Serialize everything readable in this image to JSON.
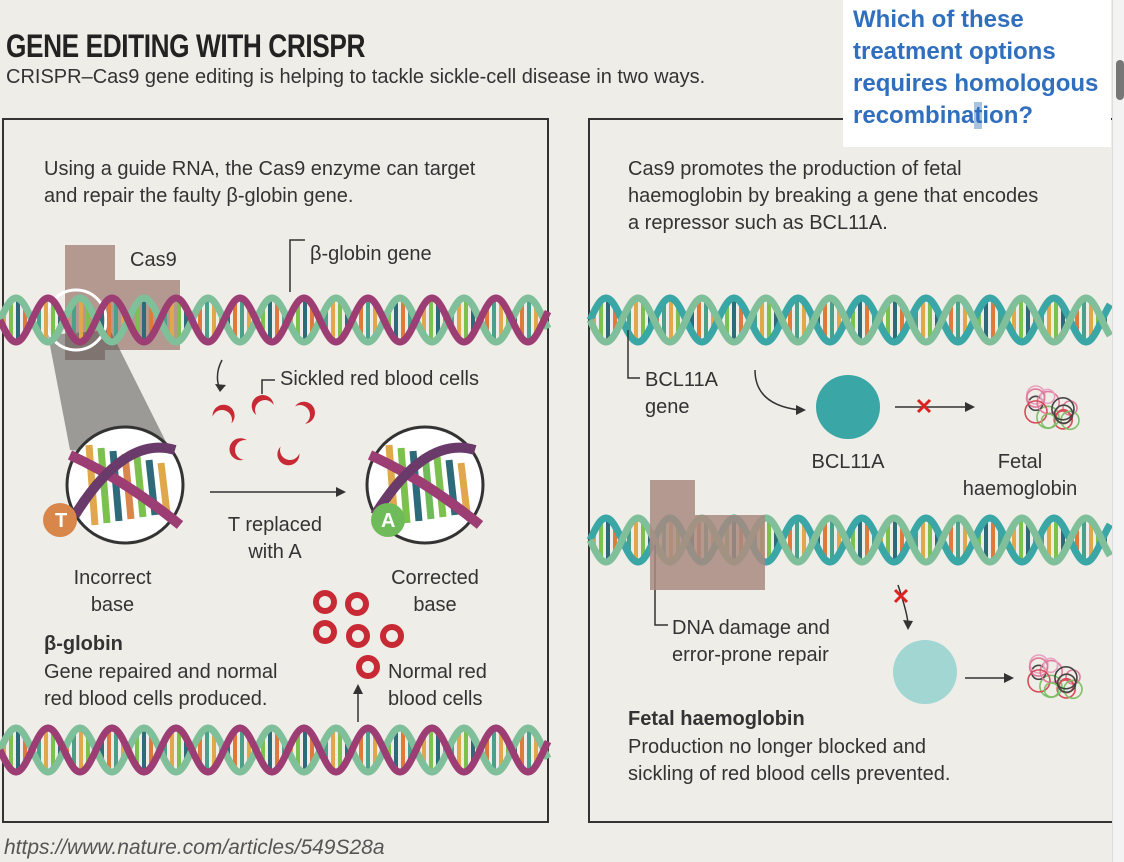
{
  "header": {
    "title": "GENE EDITING WITH CRISPR",
    "subtitle": "CRISPR–Cas9 gene editing is helping to tackle sickle-cell disease in two ways."
  },
  "question": {
    "line1": "Which of these",
    "line2": "treatment options",
    "line3": "requires homologous",
    "line4_pre": "recombina",
    "line4_sel": "t",
    "line4_post": "ion?"
  },
  "left_panel": {
    "intro": "Using a guide RNA, the Cas9 enzyme can target and repair the faulty β-globin gene.",
    "cas9_label": "Cas9",
    "gene_label": "β-globin gene",
    "sickled_label": "Sickled red blood cells",
    "replace_label_1": "T replaced",
    "replace_label_2": "with A",
    "incorrect_1": "Incorrect",
    "incorrect_2": "base",
    "corrected_1": "Corrected",
    "corrected_2": "base",
    "badge_t": "T",
    "badge_a": "A",
    "heading": "β-globin",
    "caption_1": "Gene repaired and normal",
    "caption_2": "red blood cells produced.",
    "normal_1": "Normal red",
    "normal_2": "blood cells"
  },
  "right_panel": {
    "intro": "Cas9 promotes the production of fetal haemoglobin by breaking a gene that encodes a repressor such as BCL11A.",
    "gene_1": "BCL11A",
    "gene_2": "gene",
    "protein_label": "BCL11A",
    "fetal_1": "Fetal",
    "fetal_2": "haemoglobin",
    "damage_1": "DNA damage and",
    "damage_2": "error-prone repair",
    "heading": "Fetal haemoglobin",
    "caption_1": "Production no longer blocked and",
    "caption_2": "sickling of red blood cells prevented."
  },
  "source_url": "https://www.nature.com/articles/549S28a",
  "colors": {
    "strand_a": "#9c3e74",
    "strand_b": "#7fbf9a",
    "cas9": "#a88a80",
    "teal": "#3aa6a5",
    "teal_light": "#a1d6d2",
    "red_cell": "#c82a35",
    "question": "#2f6fbd"
  }
}
